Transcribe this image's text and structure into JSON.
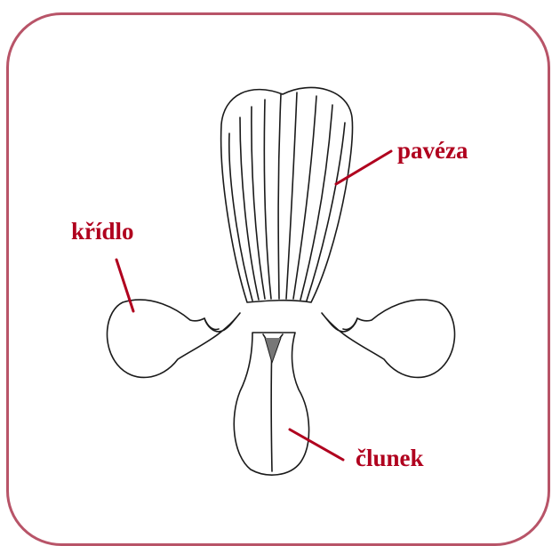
{
  "labels": {
    "standard": "pavéza",
    "wing": "křídlo",
    "keel": "člunek"
  },
  "colors": {
    "frame": "#b85468",
    "label": "#b0001e",
    "leader": "#b0001e",
    "outline": "#1a1a1a"
  }
}
